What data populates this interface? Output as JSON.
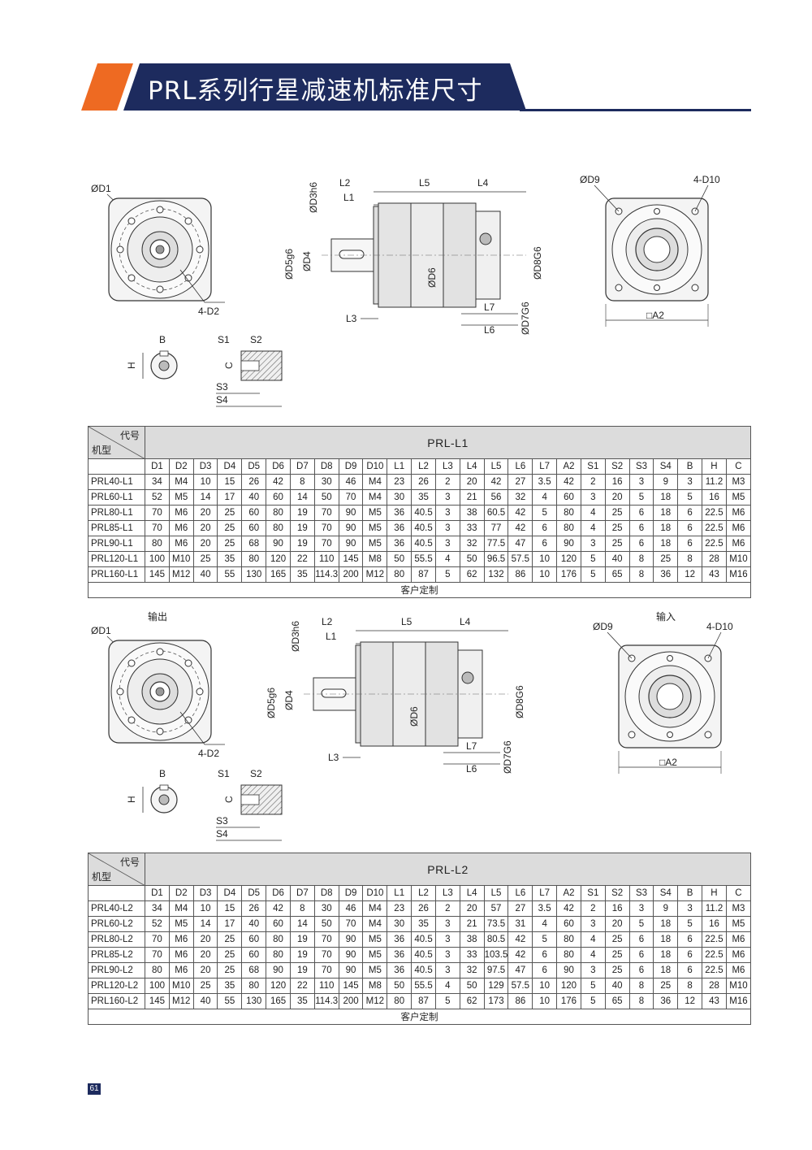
{
  "header": {
    "title": "PRL系列行星减速机标准尺寸"
  },
  "colors": {
    "banner_navy": "#1d2b5e",
    "banner_orange": "#ee6a22",
    "table_header_gray": "#dcdcdc"
  },
  "drawings": {
    "labels": {
      "D1": "ØD1",
      "D2": "4-D2",
      "D3": "ØD3h6",
      "D4": "ØD4",
      "D5": "ØD5g6",
      "D6": "ØD6",
      "D7": "ØD7G6",
      "D8": "ØD8G6",
      "D9": "ØD9",
      "D10": "4-D10",
      "L1": "L1",
      "L2": "L2",
      "L3": "L3",
      "L4": "L4",
      "L5": "L5",
      "L6": "L6",
      "L7": "L7",
      "A2": "□A2",
      "B": "B",
      "H": "H",
      "C": "C",
      "S1": "S1",
      "S2": "S2",
      "S3": "S3",
      "S4": "S4"
    },
    "output_caption": "输出",
    "input_caption": "输入"
  },
  "tables": [
    {
      "code_label": "代号",
      "model_label": "机型",
      "series": "PRL-L1",
      "columns": [
        "D1",
        "D2",
        "D3",
        "D4",
        "D5",
        "D6",
        "D7",
        "D8",
        "D9",
        "D10",
        "L1",
        "L2",
        "L3",
        "L4",
        "L5",
        "L6",
        "L7",
        "A2",
        "S1",
        "S2",
        "S3",
        "S4",
        "B",
        "H",
        "C"
      ],
      "rows": [
        [
          "PRL40-L1",
          "34",
          "M4",
          "10",
          "15",
          "26",
          "42",
          "8",
          "30",
          "46",
          "M4",
          "23",
          "26",
          "2",
          "20",
          "42",
          "27",
          "3.5",
          "42",
          "2",
          "16",
          "3",
          "9",
          "3",
          "11.2",
          "M3"
        ],
        [
          "PRL60-L1",
          "52",
          "M5",
          "14",
          "17",
          "40",
          "60",
          "14",
          "50",
          "70",
          "M4",
          "30",
          "35",
          "3",
          "21",
          "56",
          "32",
          "4",
          "60",
          "3",
          "20",
          "5",
          "18",
          "5",
          "16",
          "M5"
        ],
        [
          "PRL80-L1",
          "70",
          "M6",
          "20",
          "25",
          "60",
          "80",
          "19",
          "70",
          "90",
          "M5",
          "36",
          "40.5",
          "3",
          "38",
          "60.5",
          "42",
          "5",
          "80",
          "4",
          "25",
          "6",
          "18",
          "6",
          "22.5",
          "M6"
        ],
        [
          "PRL85-L1",
          "70",
          "M6",
          "20",
          "25",
          "60",
          "80",
          "19",
          "70",
          "90",
          "M5",
          "36",
          "40.5",
          "3",
          "33",
          "77",
          "42",
          "6",
          "80",
          "4",
          "25",
          "6",
          "18",
          "6",
          "22.5",
          "M6"
        ],
        [
          "PRL90-L1",
          "80",
          "M6",
          "20",
          "25",
          "68",
          "90",
          "19",
          "70",
          "90",
          "M5",
          "36",
          "40.5",
          "3",
          "32",
          "77.5",
          "47",
          "6",
          "90",
          "3",
          "25",
          "6",
          "18",
          "6",
          "22.5",
          "M6"
        ],
        [
          "PRL120-L1",
          "100",
          "M10",
          "25",
          "35",
          "80",
          "120",
          "22",
          "110",
          "145",
          "M8",
          "50",
          "55.5",
          "4",
          "50",
          "96.5",
          "57.5",
          "10",
          "120",
          "5",
          "40",
          "8",
          "25",
          "8",
          "28",
          "M10"
        ],
        [
          "PRL160-L1",
          "145",
          "M12",
          "40",
          "55",
          "130",
          "165",
          "35",
          "114.3",
          "200",
          "M12",
          "80",
          "87",
          "5",
          "62",
          "132",
          "86",
          "10",
          "176",
          "5",
          "65",
          "8",
          "36",
          "12",
          "43",
          "M16"
        ]
      ],
      "footer": "客户定制"
    },
    {
      "code_label": "代号",
      "model_label": "机型",
      "series": "PRL-L2",
      "columns": [
        "D1",
        "D2",
        "D3",
        "D4",
        "D5",
        "D6",
        "D7",
        "D8",
        "D9",
        "D10",
        "L1",
        "L2",
        "L3",
        "L4",
        "L5",
        "L6",
        "L7",
        "A2",
        "S1",
        "S2",
        "S3",
        "S4",
        "B",
        "H",
        "C"
      ],
      "rows": [
        [
          "PRL40-L2",
          "34",
          "M4",
          "10",
          "15",
          "26",
          "42",
          "8",
          "30",
          "46",
          "M4",
          "23",
          "26",
          "2",
          "20",
          "57",
          "27",
          "3.5",
          "42",
          "2",
          "16",
          "3",
          "9",
          "3",
          "11.2",
          "M3"
        ],
        [
          "PRL60-L2",
          "52",
          "M5",
          "14",
          "17",
          "40",
          "60",
          "14",
          "50",
          "70",
          "M4",
          "30",
          "35",
          "3",
          "21",
          "73.5",
          "31",
          "4",
          "60",
          "3",
          "20",
          "5",
          "18",
          "5",
          "16",
          "M5"
        ],
        [
          "PRL80-L2",
          "70",
          "M6",
          "20",
          "25",
          "60",
          "80",
          "19",
          "70",
          "90",
          "M5",
          "36",
          "40.5",
          "3",
          "38",
          "80.5",
          "42",
          "5",
          "80",
          "4",
          "25",
          "6",
          "18",
          "6",
          "22.5",
          "M6"
        ],
        [
          "PRL85-L2",
          "70",
          "M6",
          "20",
          "25",
          "60",
          "80",
          "19",
          "70",
          "90",
          "M5",
          "36",
          "40.5",
          "3",
          "33",
          "103.5",
          "42",
          "6",
          "80",
          "4",
          "25",
          "6",
          "18",
          "6",
          "22.5",
          "M6"
        ],
        [
          "PRL90-L2",
          "80",
          "M6",
          "20",
          "25",
          "68",
          "90",
          "19",
          "70",
          "90",
          "M5",
          "36",
          "40.5",
          "3",
          "32",
          "97.5",
          "47",
          "6",
          "90",
          "3",
          "25",
          "6",
          "18",
          "6",
          "22.5",
          "M6"
        ],
        [
          "PRL120-L2",
          "100",
          "M10",
          "25",
          "35",
          "80",
          "120",
          "22",
          "110",
          "145",
          "M8",
          "50",
          "55.5",
          "4",
          "50",
          "129",
          "57.5",
          "10",
          "120",
          "5",
          "40",
          "8",
          "25",
          "8",
          "28",
          "M10"
        ],
        [
          "PRL160-L2",
          "145",
          "M12",
          "40",
          "55",
          "130",
          "165",
          "35",
          "114.3",
          "200",
          "M12",
          "80",
          "87",
          "5",
          "62",
          "173",
          "86",
          "10",
          "176",
          "5",
          "65",
          "8",
          "36",
          "12",
          "43",
          "M16"
        ]
      ],
      "footer": "客户定制"
    }
  ],
  "page_number": "61"
}
